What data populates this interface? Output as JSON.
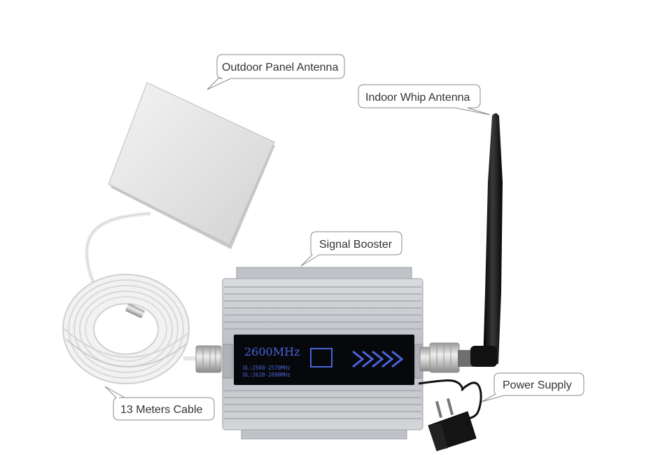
{
  "callouts": {
    "outdoor_antenna": "Outdoor Panel Antenna",
    "indoor_antenna": "Indoor Whip Antenna",
    "signal_booster": "Signal Booster",
    "power_supply": "Power Supply",
    "cable": "13 Meters Cable"
  },
  "booster_display": {
    "frequency": "2600MHz",
    "uplink": "UL:2500-2570MHz",
    "downlink": "DL:2620-2690MHz"
  },
  "colors": {
    "display_text": "#4a63d8",
    "callout_border": "#8a8a8a",
    "booster_body": "#c9ccd0",
    "antenna": "#1a1a1a"
  }
}
